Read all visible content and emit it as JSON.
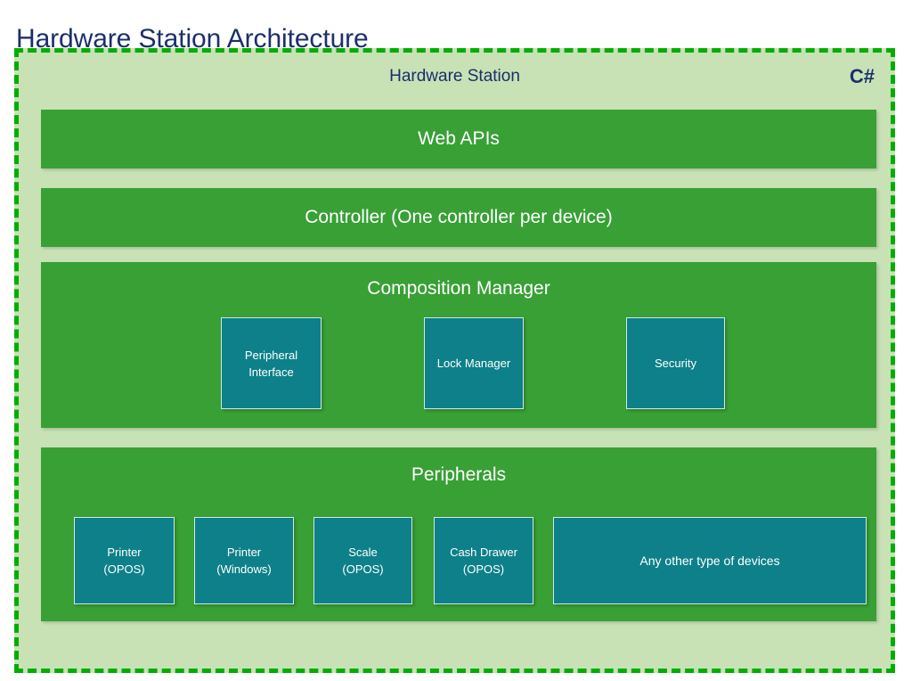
{
  "page": {
    "title": "Hardware Station Architecture"
  },
  "container": {
    "title": "Hardware Station",
    "language_badge": "C#",
    "border_color": "#00ae00",
    "background_color": "#c8e2b6",
    "title_color": "#1b2f6b"
  },
  "colors": {
    "title_navy": "#1b2f6b",
    "layer_green": "#38a035",
    "component_teal": "#0e8089",
    "panel_light_green": "#c8e2b6",
    "dashed_border_green": "#00ae00",
    "layer_text": "#ffffff"
  },
  "layers": [
    {
      "id": "web-apis",
      "title": "Web APIs",
      "components": []
    },
    {
      "id": "controller",
      "title": "Controller (One controller per device)",
      "components": []
    },
    {
      "id": "composition-manager",
      "title": "Composition Manager",
      "components": [
        {
          "id": "peripheral-interface",
          "label": "Peripheral\nInterface"
        },
        {
          "id": "lock-manager",
          "label": "Lock Manager"
        },
        {
          "id": "security",
          "label": "Security"
        }
      ]
    },
    {
      "id": "peripherals",
      "title": "Peripherals",
      "components": [
        {
          "id": "printer-opos",
          "label": "Printer\n(OPOS)"
        },
        {
          "id": "printer-windows",
          "label": "Printer\n(Windows)"
        },
        {
          "id": "scale-opos",
          "label": "Scale\n(OPOS)"
        },
        {
          "id": "cash-drawer-opos",
          "label": "Cash Drawer\n(OPOS)"
        },
        {
          "id": "other-devices",
          "label": "Any other type of devices"
        }
      ]
    }
  ]
}
